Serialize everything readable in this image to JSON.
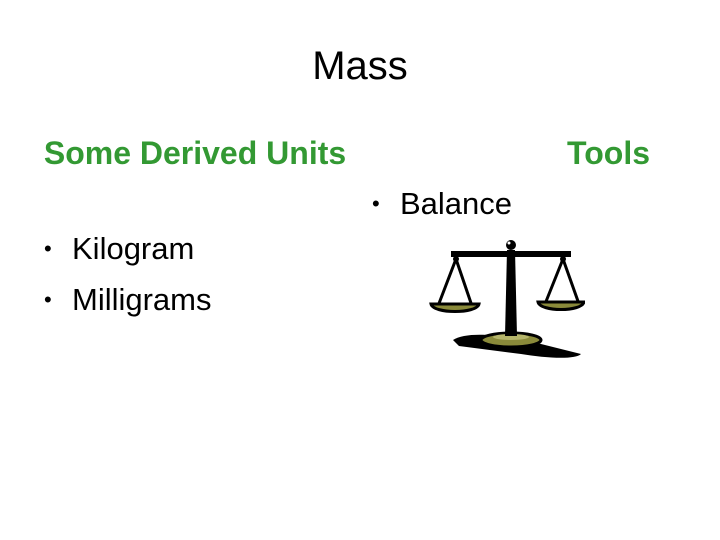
{
  "slide": {
    "title": "Mass"
  },
  "left_column": {
    "heading": "Some Derived Units",
    "bullet_symbol": "•",
    "items": [
      {
        "text": "Kilogram"
      },
      {
        "text": "Milligrams"
      }
    ]
  },
  "right_column": {
    "heading": "Tools",
    "bullet_symbol": "•",
    "items": [
      {
        "text": "Balance"
      }
    ],
    "clipart": "balance-scale-icon"
  },
  "colors": {
    "heading_green": "#339933",
    "pan_olive": "#8a8a3a",
    "scale_black": "#000000"
  }
}
